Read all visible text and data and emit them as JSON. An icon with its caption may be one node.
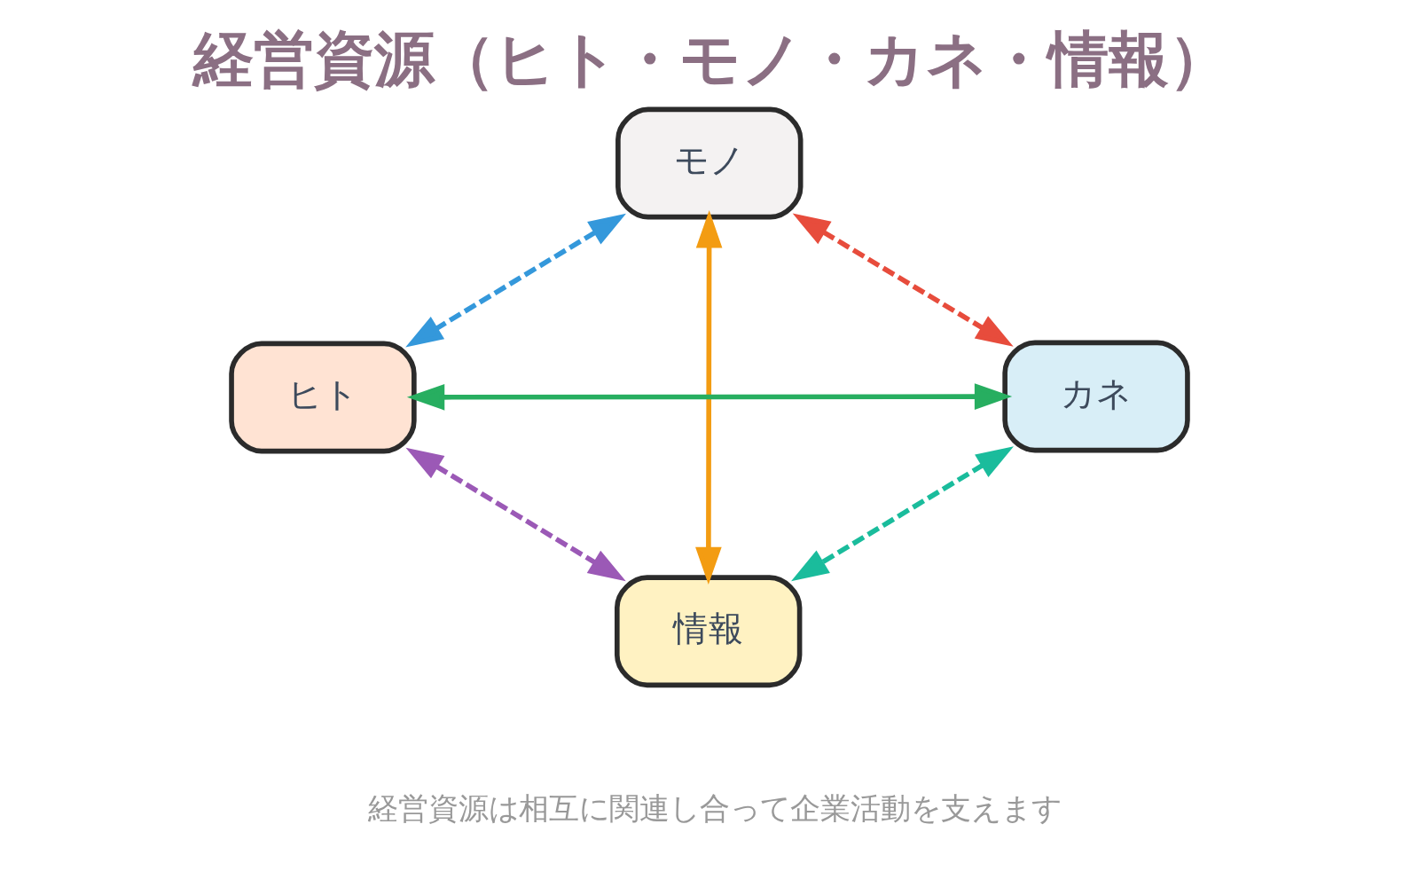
{
  "diagram": {
    "title": "経営資源（ヒト・モノ・カネ・情報）",
    "caption": "経営資源は相互に関連し合って企業活動を支えます",
    "nodes": [
      {
        "text": [
          "モノ"
        ]
      },
      {
        "text": [
          "ヒト"
        ]
      },
      {
        "text": [
          "カネ"
        ]
      },
      {
        "text": [
          "情報"
        ]
      }
    ],
    "edges": [
      {
        "from": 0,
        "to": 1,
        "arrow": "both",
        "style": "dashed",
        "color": "#3498db"
      },
      {
        "from": 0,
        "to": 2,
        "arrow": "both",
        "style": "dashed",
        "color": "#e74c3c"
      },
      {
        "from": 1,
        "to": 2,
        "arrow": "both",
        "color": "#27ae60"
      },
      {
        "from": 0,
        "to": 3,
        "arrow": "both",
        "color": "#f39c12"
      },
      {
        "from": 1,
        "to": 3,
        "arrow": "both",
        "style": "dashed",
        "color": "#9b59b6"
      },
      {
        "from": 2,
        "to": 3,
        "arrow": "both",
        "style": "dashed",
        "color": "#1abc9c"
      }
    ]
  }
}
